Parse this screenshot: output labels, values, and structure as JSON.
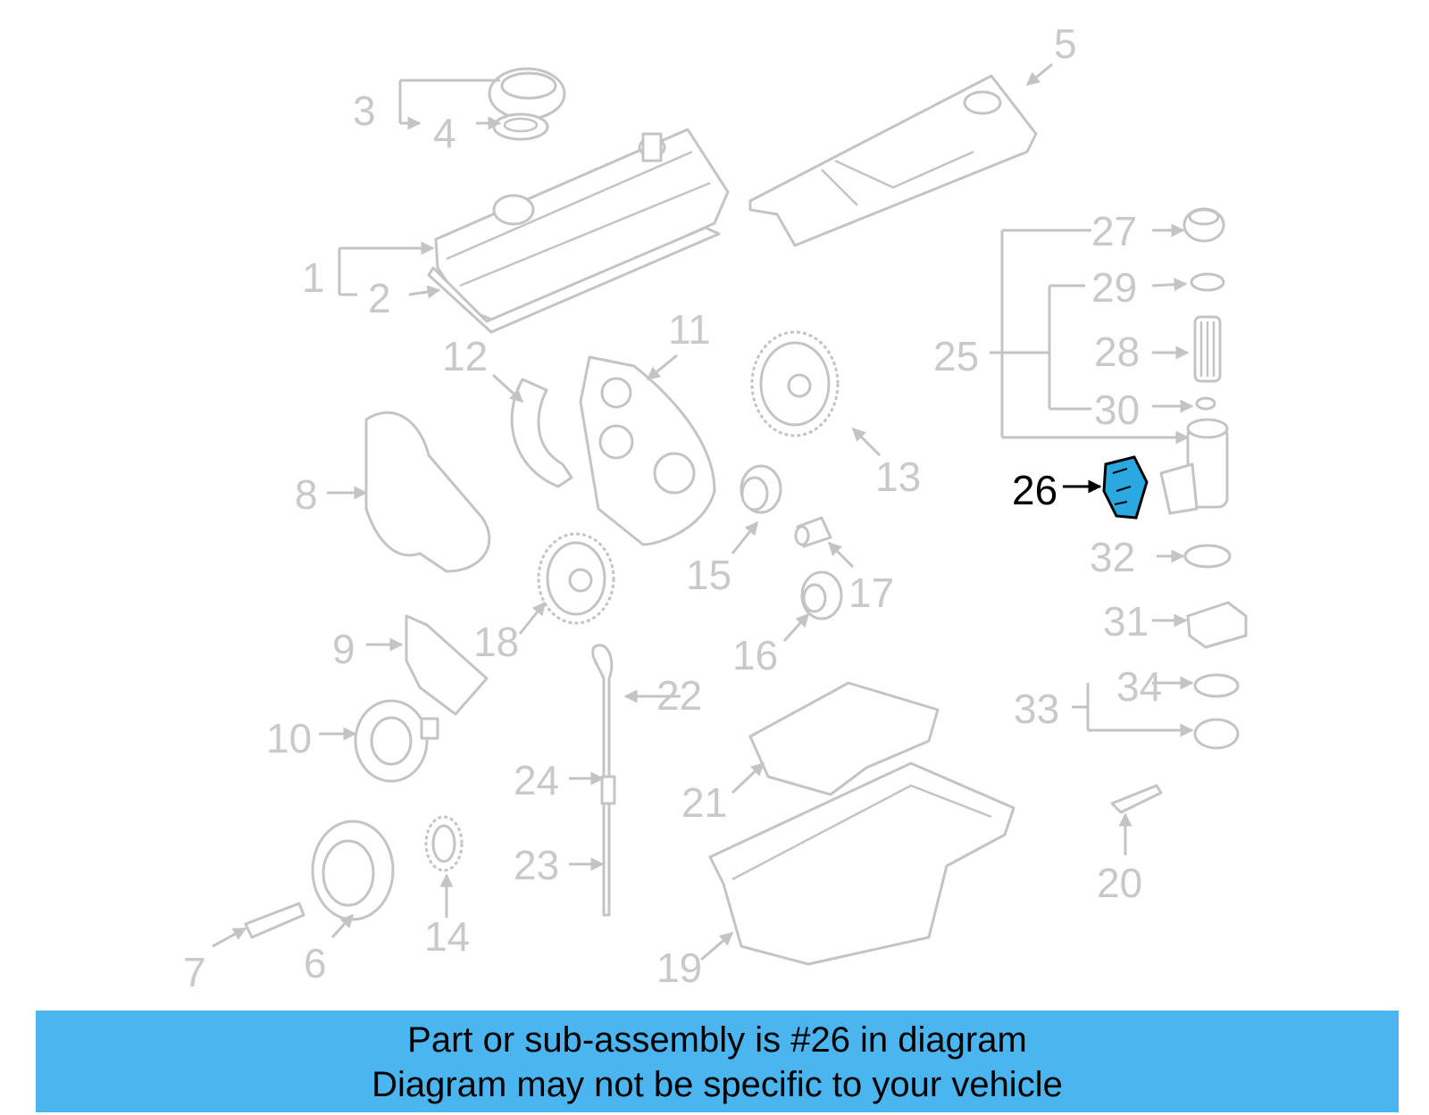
{
  "diagram": {
    "highlight_color": "#2aa8e0",
    "highlighted_part": "26",
    "callouts": [
      "1",
      "2",
      "3",
      "4",
      "5",
      "6",
      "7",
      "8",
      "9",
      "10",
      "11",
      "12",
      "13",
      "14",
      "15",
      "16",
      "17",
      "18",
      "19",
      "20",
      "21",
      "22",
      "23",
      "24",
      "25",
      "26",
      "27",
      "28",
      "29",
      "30",
      "31",
      "32",
      "33",
      "34"
    ]
  },
  "banner": {
    "line1": "Part or sub-assembly is #26 in diagram",
    "line2": "Diagram may not be specific to your vehicle",
    "background": "#4ab5ef"
  }
}
